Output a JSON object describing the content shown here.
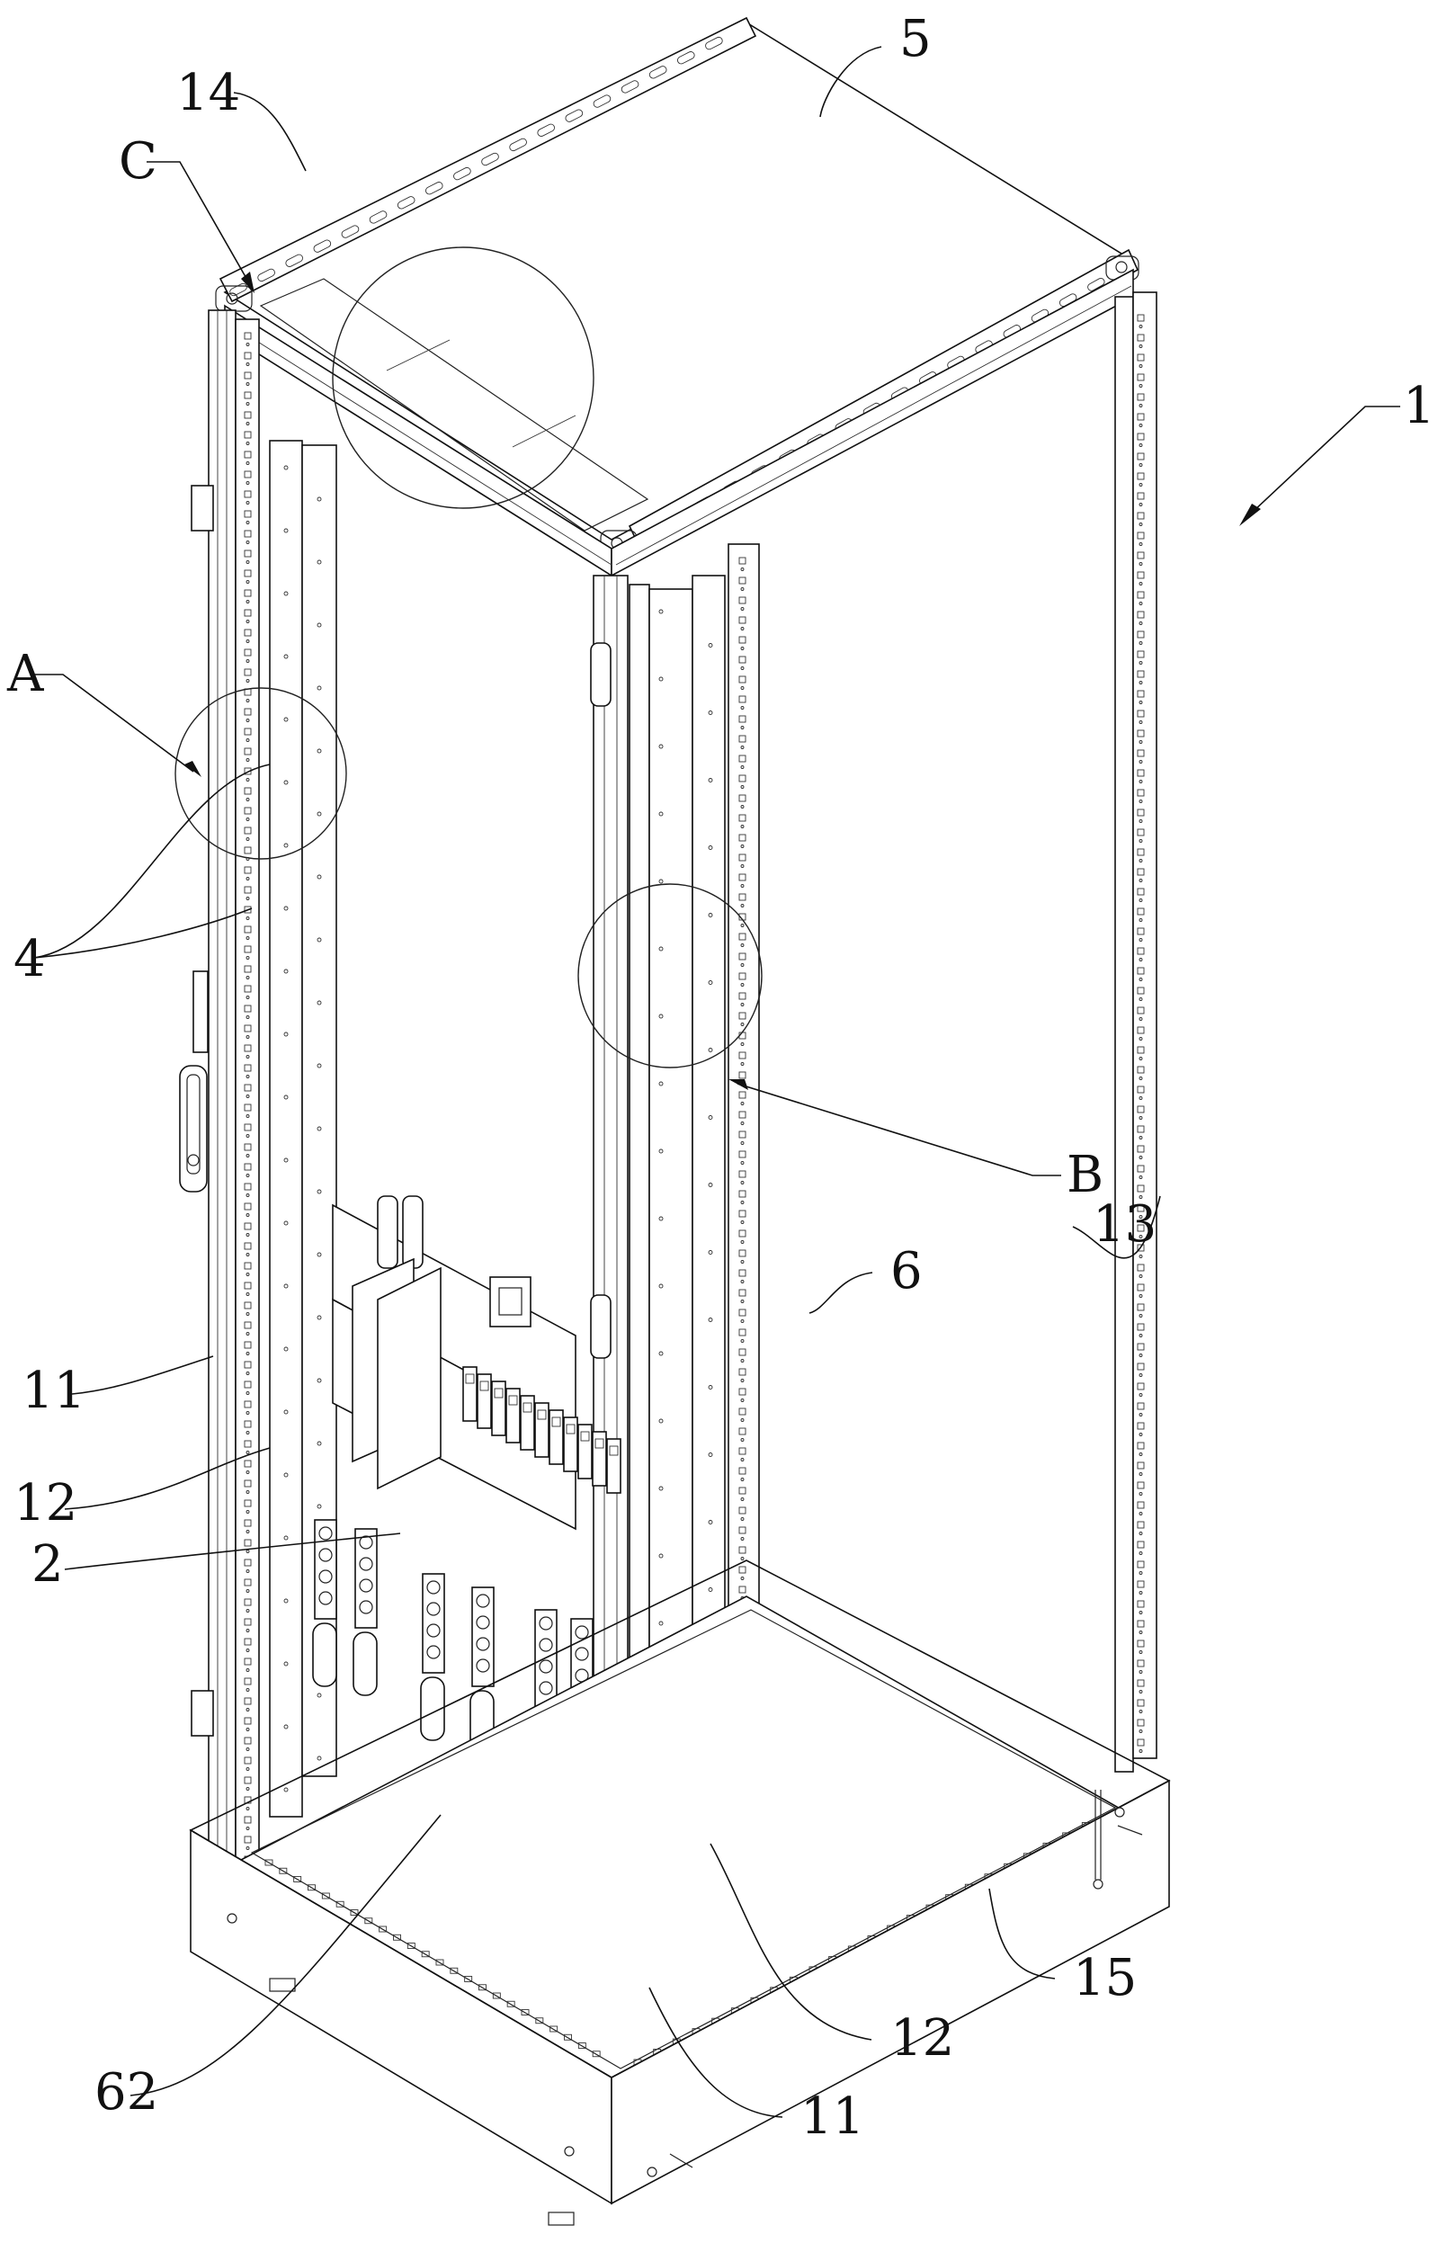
{
  "figure": {
    "type": "patent-line-drawing",
    "subject": "electrical cabinet frame, isometric view",
    "reference_labels": [
      {
        "id": "label-1",
        "text": "1",
        "refers_to": "cabinet frame"
      },
      {
        "id": "label-2",
        "text": "2",
        "refers_to": "busbar / terminal assembly"
      },
      {
        "id": "label-4",
        "text": "4",
        "refers_to": "mounting brackets"
      },
      {
        "id": "label-5",
        "text": "5",
        "refers_to": "top plate"
      },
      {
        "id": "label-6",
        "text": "6",
        "refers_to": "bottom frame"
      },
      {
        "id": "label-62",
        "text": "62",
        "refers_to": "bottom plate"
      },
      {
        "id": "label-11-left",
        "text": "11",
        "refers_to": "front upright"
      },
      {
        "id": "label-11-bottom",
        "text": "11",
        "refers_to": "front upright"
      },
      {
        "id": "label-12-left",
        "text": "12",
        "refers_to": "inner mounting rail"
      },
      {
        "id": "label-12-bottom",
        "text": "12",
        "refers_to": "inner mounting rail"
      },
      {
        "id": "label-13",
        "text": "13",
        "refers_to": "rear upright"
      },
      {
        "id": "label-14",
        "text": "14",
        "refers_to": "top slotted rail"
      },
      {
        "id": "label-15",
        "text": "15",
        "refers_to": "plinth / base"
      }
    ],
    "detail_callouts": [
      {
        "id": "callout-A",
        "text": "A"
      },
      {
        "id": "callout-B",
        "text": "B"
      },
      {
        "id": "callout-C",
        "text": "C"
      }
    ]
  }
}
